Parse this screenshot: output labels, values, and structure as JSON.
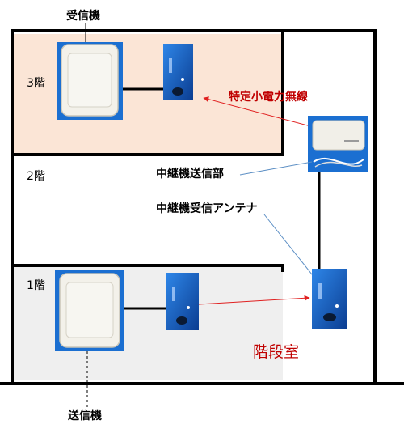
{
  "labels": {
    "receiver": "受信機",
    "transmitter": "送信機",
    "floor3": "3階",
    "floor2": "2階",
    "floor1": "1階",
    "wireless": "特定小電力無線",
    "relay_transmitter": "中継機送信部",
    "relay_receiver_antenna": "中継機受信アンテナ",
    "stairwell": "階段室"
  },
  "colors": {
    "floor3_fill": "#fbe5d6",
    "floor1_fill": "#efefef",
    "wall": "#000000",
    "accent_red": "#c00000",
    "leader_blue": "#5b8ec4",
    "device_blue": "#1565c0"
  }
}
